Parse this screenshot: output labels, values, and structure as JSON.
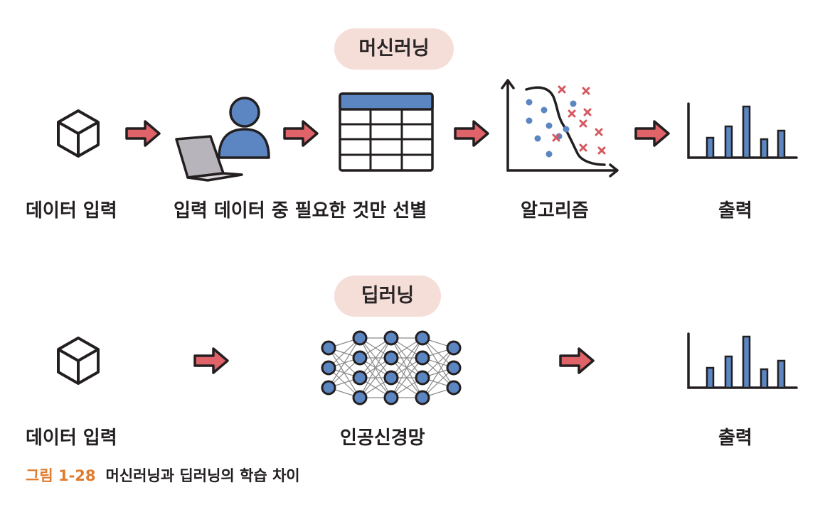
{
  "top_section": {
    "title": "머신러닝",
    "steps": {
      "input": "데이터 입력",
      "select": "입력 데이터 중 필요한 것만 선별",
      "algorithm": "알고리즘",
      "output": "출력"
    }
  },
  "bottom_section": {
    "title": "딥러닝",
    "steps": {
      "input": "데이터 입력",
      "network": "인공신경망",
      "output": "출력"
    }
  },
  "caption": {
    "number": "그림 1-28",
    "text": "머신러닝과 딥러닝의 학습 차이"
  },
  "colors": {
    "pill": "#f5ded8",
    "arrow": "#e0636a",
    "blue": "#5b86c2",
    "cross": "#d4595f",
    "caption_number": "#e07b2e"
  },
  "icons": [
    "cube-icon",
    "person-laptop-icon",
    "table-icon",
    "scatter-plot-icon",
    "bar-chart-icon",
    "neural-network-icon",
    "arrow-right-icon"
  ]
}
